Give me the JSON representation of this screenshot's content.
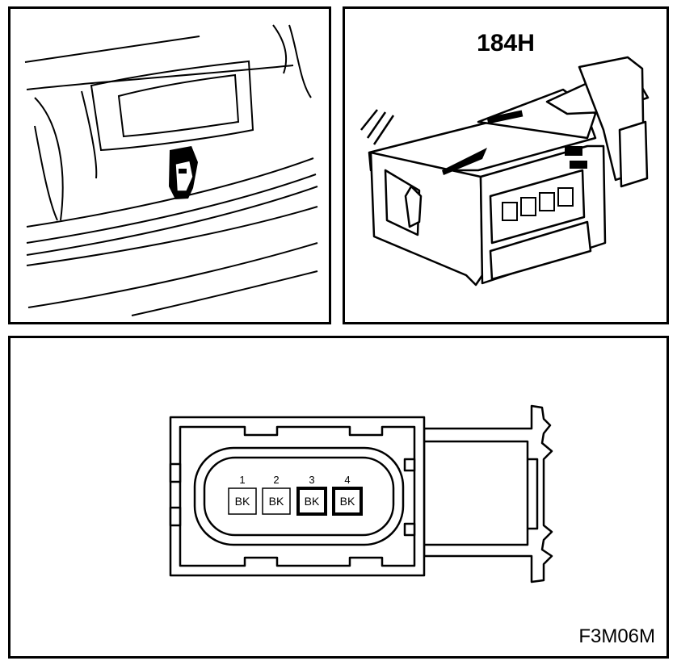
{
  "connector": {
    "id": "184H",
    "pins": [
      {
        "number": "1",
        "color": "BK",
        "outline": "thin"
      },
      {
        "number": "2",
        "color": "BK",
        "outline": "thin"
      },
      {
        "number": "3",
        "color": "BK",
        "outline": "thick"
      },
      {
        "number": "4",
        "color": "BK",
        "outline": "thick"
      }
    ]
  },
  "figure_code": "F3M06M",
  "colors": {
    "line": "#000000",
    "background": "#ffffff"
  }
}
